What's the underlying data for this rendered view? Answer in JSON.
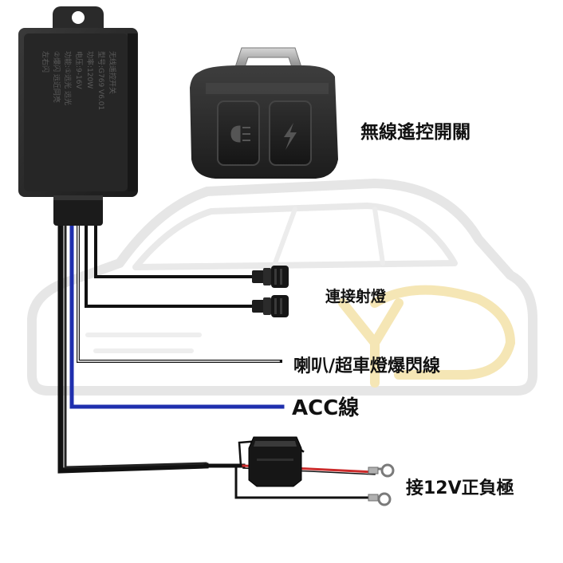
{
  "labels": {
    "remote_switch": "無線遙控開關",
    "connect_spotlight": "連接射燈",
    "horn_overtake_flash_wire": "喇叭/超車燈爆閃線",
    "acc_wire": "ACC線",
    "battery_12v": "接12V正負極"
  },
  "controller_print": [
    "无线遥控开关",
    "型号:G769 V6.01",
    "功率:120W",
    "电压:9-16V",
    "功能:①远光  远光",
    "②爆闪  远近同亮",
    "左右闪"
  ],
  "remote_buttons": [
    {
      "icon": "fog-light-icon"
    },
    {
      "icon": "lightning-icon"
    }
  ],
  "colors": {
    "wire_black": "#111111",
    "wire_blue": "#1f2fae",
    "wire_red": "#cc2b2b",
    "watermark_gray": "#e6e6e6",
    "watermark_yellow": "#f5e6b5"
  }
}
